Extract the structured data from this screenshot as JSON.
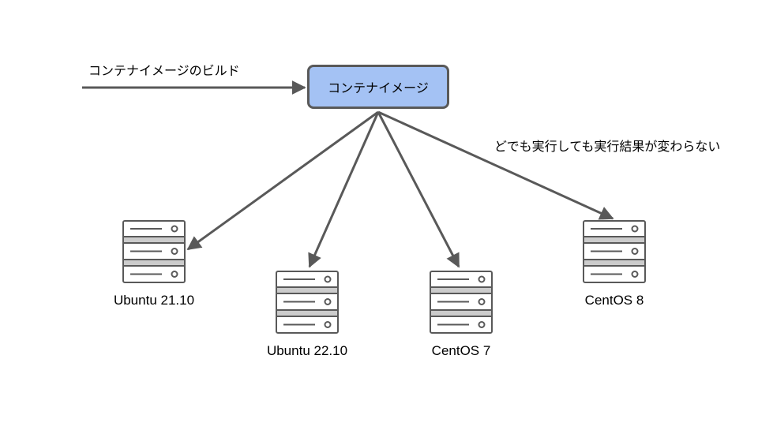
{
  "build_label": "コンテナイメージのビルド",
  "container_image": {
    "label": "コンテナイメージ"
  },
  "note": "どでも実行しても実行結果が変わらない",
  "servers": [
    {
      "label": "Ubuntu 21.10",
      "icon": "server-icon"
    },
    {
      "label": "Ubuntu 22.10",
      "icon": "server-icon"
    },
    {
      "label": "CentOS 7",
      "icon": "server-icon"
    },
    {
      "label": "CentOS 8",
      "icon": "server-icon"
    }
  ],
  "colors": {
    "box_fill": "#a4c2f4",
    "stroke": "#595959",
    "server_fill": "#ffffff",
    "server_divider": "#cccccc"
  }
}
